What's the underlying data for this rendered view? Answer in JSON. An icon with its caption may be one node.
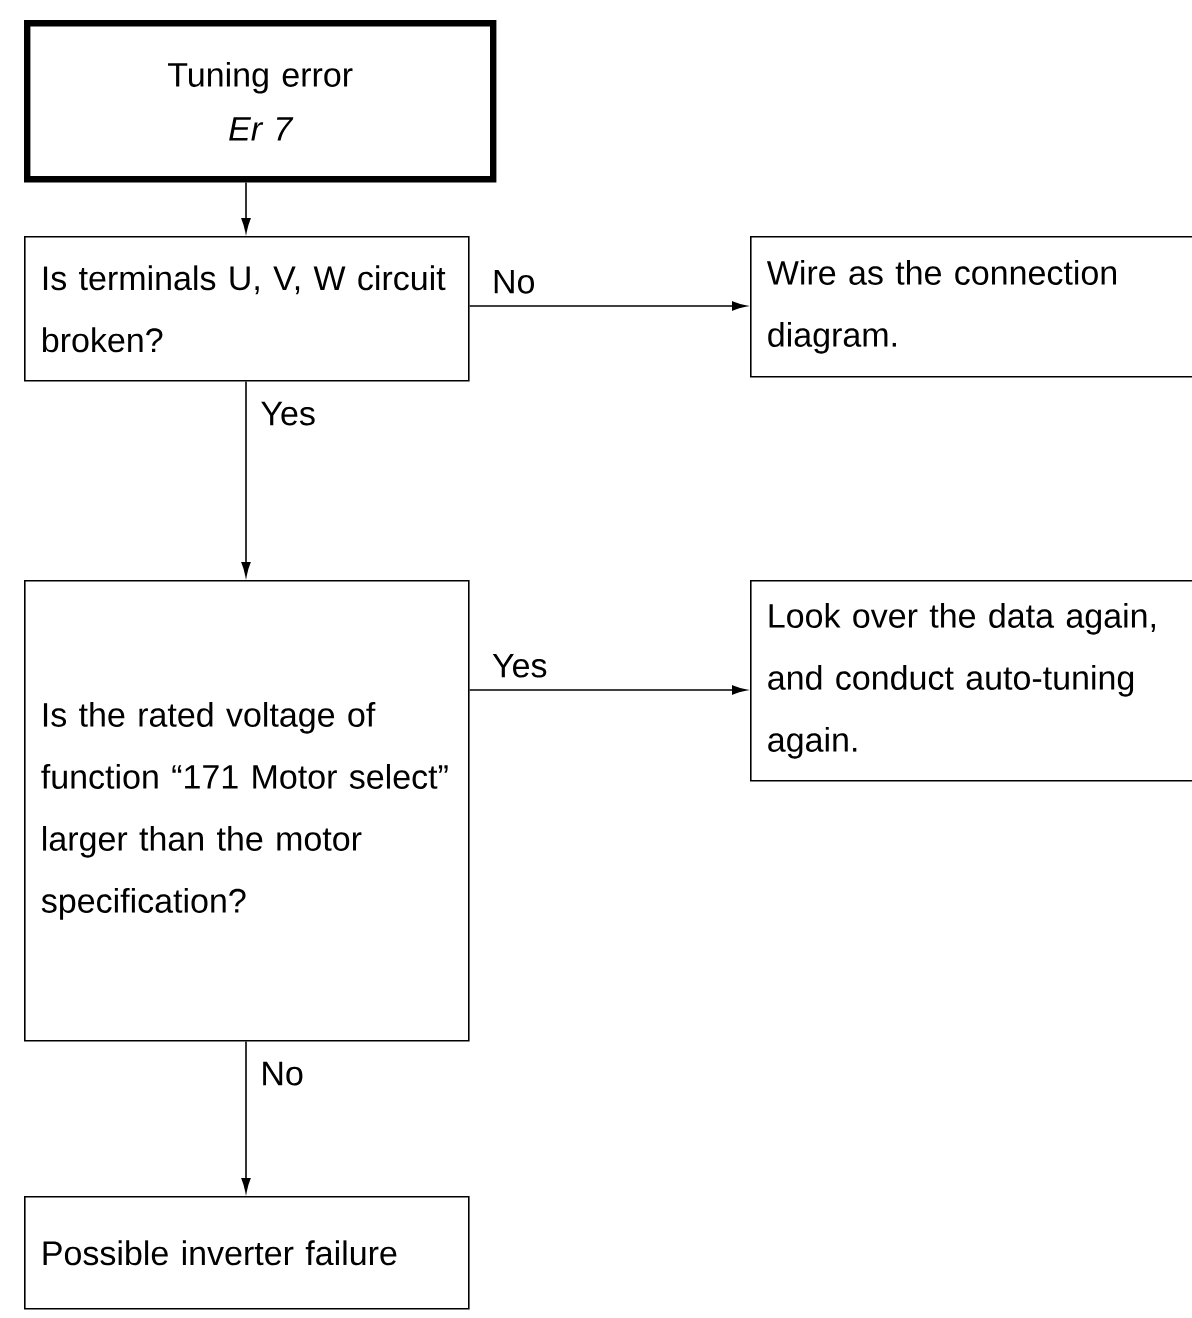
{
  "diagram": {
    "nodes": [
      {
        "text": [
          "Tuning error",
          "Er 7"
        ]
      },
      {
        "text": [
          "Is terminals U, V, W circuit broken?"
        ]
      },
      {
        "text": [
          "Wire as the connection diagram."
        ]
      },
      {
        "text": [
          "Is the rated voltage of function “171 Motor select” larger than the motor specification?"
        ]
      },
      {
        "text": [
          "Look over the data again, and conduct auto-tuning again."
        ]
      },
      {
        "text": [
          "Possible inverter failure"
        ]
      }
    ],
    "edges": [
      {
        "from": 0,
        "to": 1,
        "arrow": "to"
      },
      {
        "from": 1,
        "to": 2,
        "arrow": "to",
        "label": "No"
      },
      {
        "from": 1,
        "to": 3,
        "arrow": "to",
        "label": "Yes"
      },
      {
        "from": 3,
        "to": 4,
        "arrow": "to",
        "label": "Yes"
      },
      {
        "from": 3,
        "to": 5,
        "arrow": "to",
        "label": "No"
      }
    ]
  }
}
